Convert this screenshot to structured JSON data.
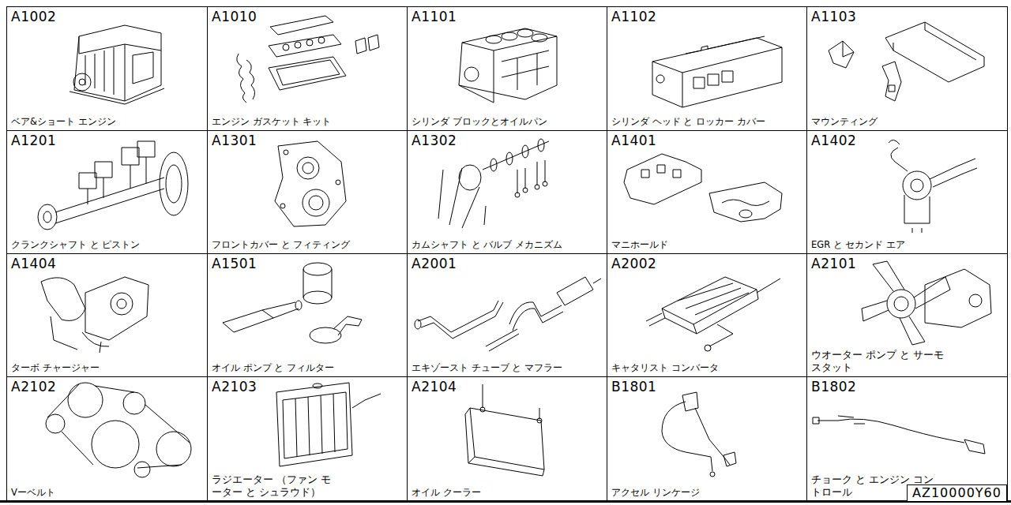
{
  "diagram": {
    "nodes": [
      {
        "text": [
          "A1002",
          "ベア&ショート エンジン"
        ]
      },
      {
        "text": [
          "A1010",
          "エンジン ガスケット キット"
        ]
      },
      {
        "text": [
          "A1101",
          "シリンダ ブロックとオイルパン"
        ]
      },
      {
        "text": [
          "A1102",
          "シリンダ ヘッド と ロッカー カバー"
        ]
      },
      {
        "text": [
          "A1103",
          "マウンティング"
        ]
      },
      {
        "text": [
          "A1201",
          "クランクシャフト と ピストン"
        ]
      },
      {
        "text": [
          "A1301",
          "フロントカバー と フィティング"
        ]
      },
      {
        "text": [
          "A1302",
          "カムシャフト と バルブ メカニズム"
        ]
      },
      {
        "text": [
          "A1401",
          "マニホールド"
        ]
      },
      {
        "text": [
          "A1402",
          "EGR と セカンド エア"
        ]
      },
      {
        "text": [
          "A1404",
          "ターボ チャージャー"
        ]
      },
      {
        "text": [
          "A1501",
          "オイル ポンプ と フィルター"
        ]
      },
      {
        "text": [
          "A2001",
          "エキゾースト チューブ と マフラー"
        ]
      },
      {
        "text": [
          "A2002",
          "キャタリスト コンバータ"
        ]
      },
      {
        "text": [
          "A2101",
          "ウオーター ポンプ と サーモスタット"
        ]
      },
      {
        "text": [
          "A2102",
          "Vーベルト"
        ]
      },
      {
        "text": [
          "A2103",
          "ラジエーター （ファン モーター と シュラウド）"
        ]
      },
      {
        "text": [
          "A2104",
          "オイル クーラー"
        ]
      },
      {
        "text": [
          "B1801",
          "アクセル リンケージ"
        ]
      },
      {
        "text": [
          "B1802",
          "チョーク と エンジン コントロール"
        ]
      },
      {
        "text": [
          "AZ10000Y60"
        ]
      }
    ],
    "edges": []
  }
}
